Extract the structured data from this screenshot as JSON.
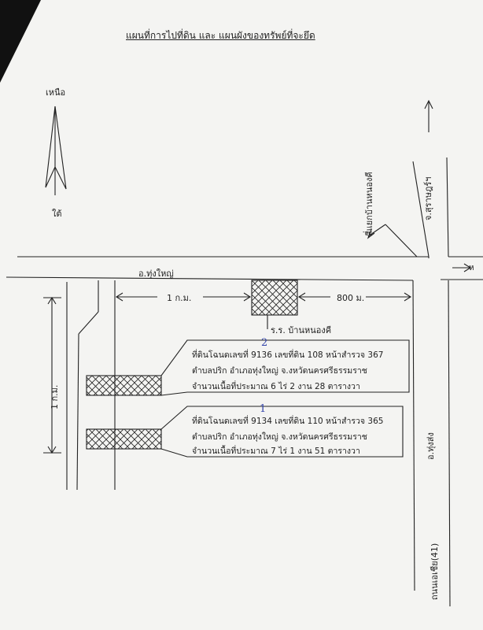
{
  "title": "แผนที่การไปที่ดิน และ แผนผังของทรัพย์ที่จะยึด",
  "compass": {
    "north": "เหนือ",
    "south": "ใต้"
  },
  "roads": {
    "top_road": "อ.ทุ่งใหญ่",
    "right_road": "จ.สุราษฎร์ฯ",
    "junction_road": "สี่แยกบ้านหนองคี",
    "east_edge": "ห",
    "bottom_right": "ถนนเอเชีย(41)",
    "side_right": "อ.ทุ่งส่ง"
  },
  "distances": {
    "horizontal_1km": "1 ก.ม.",
    "horizontal_800m": "800 ม.",
    "vertical_1km": "1 ก.ม."
  },
  "landmark": "ร.ร. บ้านหนองคี",
  "plots": [
    {
      "mark": "2",
      "line1": "ที่ดินโฉนดเลขที่ 9136 เลขที่ดิน 108  หน้าสำรวจ 367",
      "line2": "ตำบลปริก อำเภอทุ่งใหญ่ จ.งหวัดนครศรีธรรมราช",
      "line3": "จำนวนเนื้อที่ประมาณ 6 ไร่ 2 งาน 28 ตารางวา"
    },
    {
      "mark": "1",
      "line1": "ที่ดินโฉนดเลขที่ 9134 เลขที่ดิน 110 หน้าสำรวจ 365",
      "line2": "ตำบลปริก อำเภอทุ่งใหญ่ จ.งหวัดนครศรีธรรมราช",
      "line3": "จำนวนเนื้อที่ประมาณ 7 ไร่ 1 งาน 51 ตารางวา"
    }
  ],
  "colors": {
    "ink": "#222222",
    "pen_blue": "#3344aa",
    "paper": "#f4f4f2"
  }
}
